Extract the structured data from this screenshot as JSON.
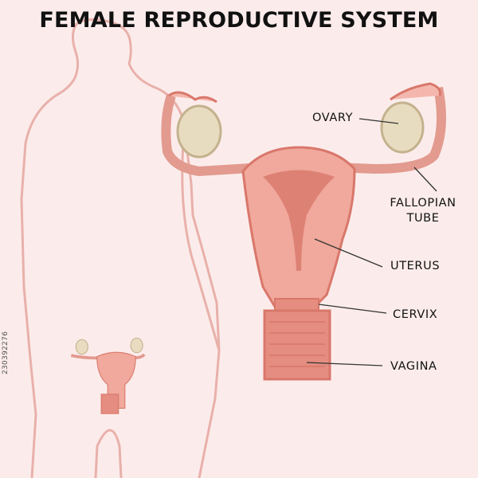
{
  "title": "FEMALE REPRODUCTIVE SYSTEM",
  "labels": {
    "ovary": "OVARY",
    "fallopian_tube_line1": "FALLOPIAN",
    "fallopian_tube_line2": "TUBE",
    "uterus": "UTERUS",
    "cervix": "CERVIX",
    "vagina": "VAGINA"
  },
  "stock_id": "230392276",
  "colors": {
    "background": "#fbeceb",
    "outline": "#e9b0aa",
    "tissue": "#f0a99c",
    "tissue_dark": "#d9776b",
    "ovary": "#e8dcc0"
  }
}
